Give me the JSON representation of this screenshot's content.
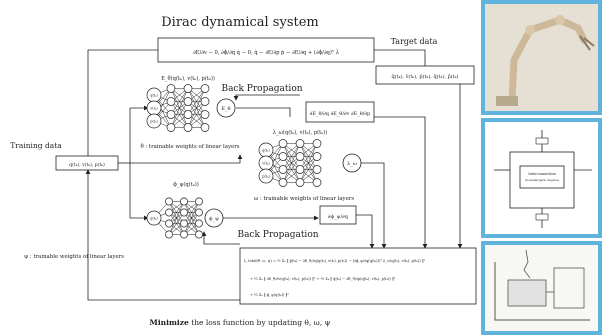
{
  "title": "Dirac dynamical system",
  "top_equation": "∂E/∂v − 0,  ∂ϕ/∂q q̇ − 0,  q̇ − ∂E/∂p  ṗ − ∂E/∂q + (∂ϕ/∂q)ᵀ λ",
  "target_label": "Target data",
  "target_box": "q̄(tₖ), v̄(tₖ), p̄(tₖ), q̄̇(tₖ), p̄̇(tₖ)",
  "training_label": "Training data",
  "training_box": "q(tₖ), v(tₖ), p(tₖ)",
  "nn1": {
    "label": "E_θ(q(tₖ), v(tₖ), p(tₖ))",
    "inputs": [
      "q(tₖ)",
      "v(tₖ)",
      "p(tₖ)"
    ],
    "output": "E_θ",
    "weights": "θ : trainable weights of linear layers"
  },
  "backprop1": "Back Propagation",
  "grad_box1": "∂E_θ/∂q  ∂E_θ/∂v  ∂E_θ/∂p",
  "nn2": {
    "label": "λ_ω(q(tₖ), v(tₖ), p(tₖ))",
    "inputs": [
      "q(tₖ)",
      "v(tₖ)",
      "p(tₖ)"
    ],
    "output": "λ_ω",
    "weights": "ω : trainable weights of linear layers"
  },
  "nn3": {
    "label": "ϕ_ψ(q(tₖ))",
    "inputs": [
      "q(tₖ)"
    ],
    "output": "ϕ_ψ",
    "weights": "ψ : trainable weights of linear layers"
  },
  "grad_box3": "∂ϕ_ψ/∂q",
  "backprop2": "Back Propagation",
  "loss_lines": [
    "L_total(θ, ω, ψ) = ½ Σₖ ‖ p̄̇(tₖ) − ∂E_θ/∂q(q(tₖ), v(tₖ), p(tₖ)) − (∂ϕ_ψ/∂q(q(tₖ)))ᵀ λ_ω(q(tₖ), v(tₖ), p(tₖ)) ‖²",
    "+ ½ Σₖ ‖ ∂E_θ/∂v(q(tₖ), v(tₖ), p(tₖ)) ‖² + ½ Σₖ ‖ q̄̇(tₖ) − ∂E_θ/∂p(q(tₖ), v(tₖ), p(tₖ)) ‖²",
    "+ ½ Σₖ ‖ ϕ_ψ(q(tₖ)) ‖²"
  ],
  "bottom_caption_bold": "Minimize",
  "bottom_caption_rest": " the loss function by updating θ, ω, ψ",
  "circuit_inner_label_1": "Interconnection",
  "circuit_inner_label_2": "(nonenergetic degree)"
}
